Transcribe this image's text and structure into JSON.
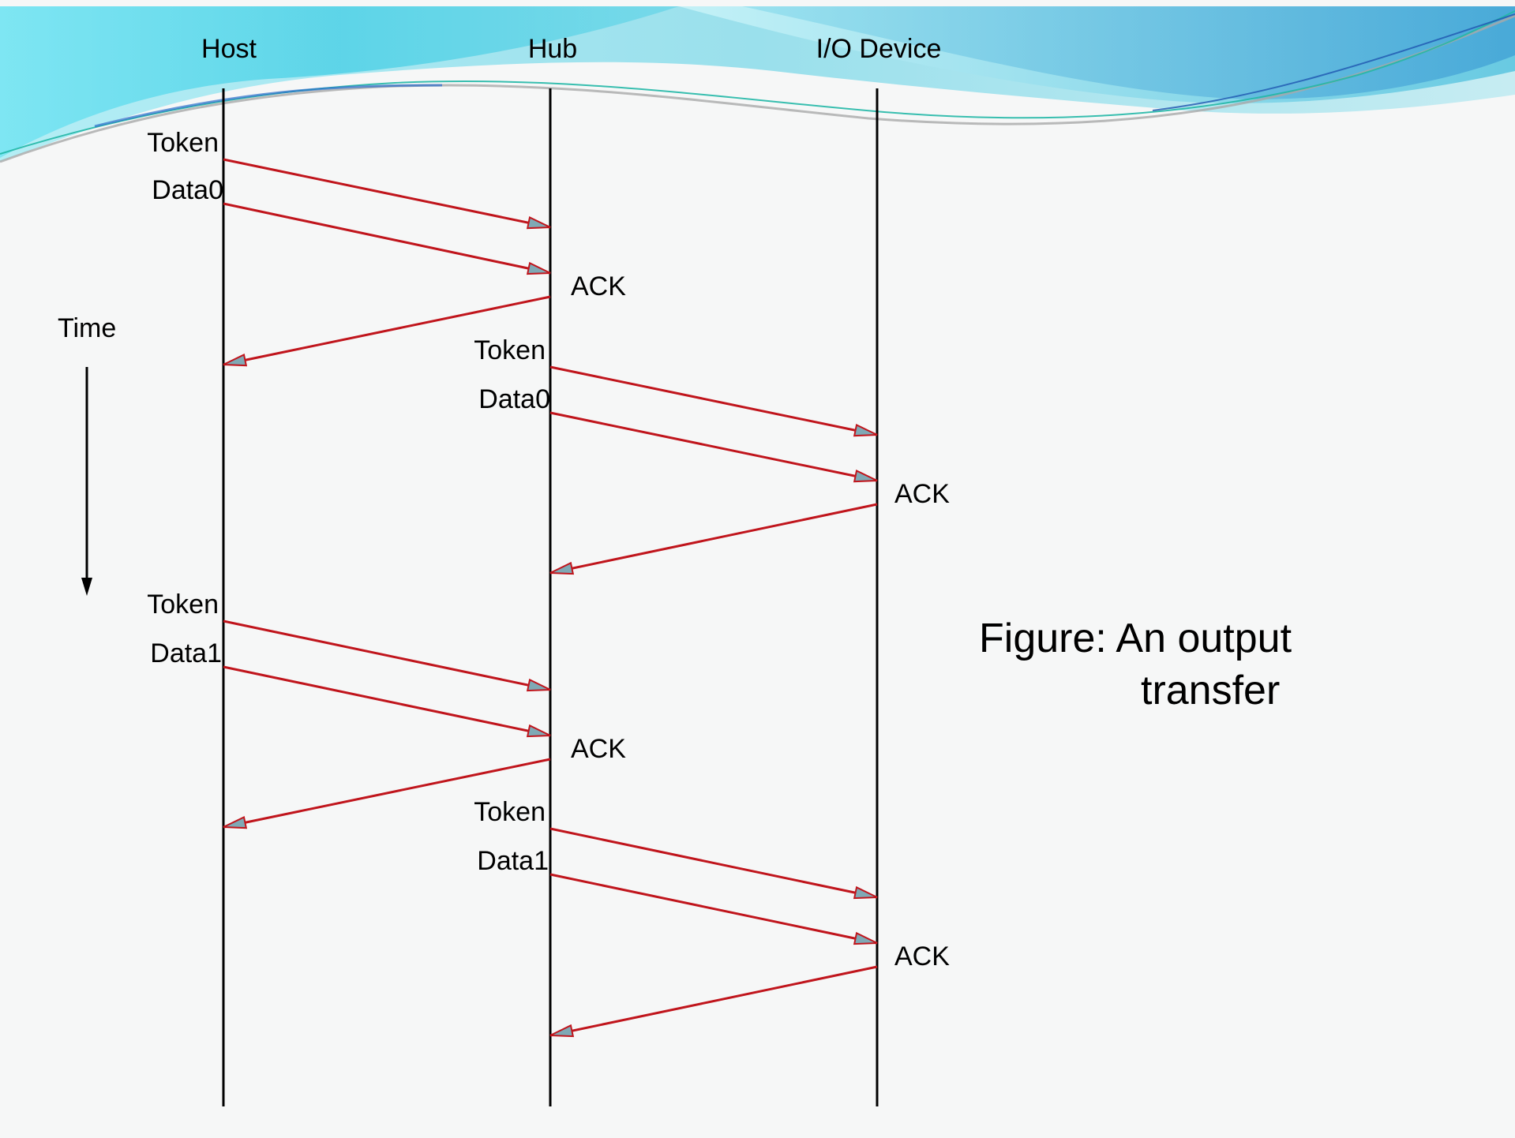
{
  "participants": {
    "host": "Host",
    "hub": "Hub",
    "device": "I/O Device"
  },
  "time_label": "Time",
  "caption": {
    "line1": "Figure: An output",
    "line2": "transfer"
  },
  "messages": [
    {
      "label": "Token",
      "from": "host",
      "to": "hub"
    },
    {
      "label": "Data0",
      "from": "host",
      "to": "hub"
    },
    {
      "label": "ACK",
      "from": "hub",
      "to": "host"
    },
    {
      "label": "Token",
      "from": "hub",
      "to": "device"
    },
    {
      "label": "Data0",
      "from": "hub",
      "to": "device"
    },
    {
      "label": "ACK",
      "from": "device",
      "to": "hub"
    },
    {
      "label": "Token",
      "from": "host",
      "to": "hub"
    },
    {
      "label": "Data1",
      "from": "host",
      "to": "hub"
    },
    {
      "label": "ACK",
      "from": "hub",
      "to": "host"
    },
    {
      "label": "Token",
      "from": "hub",
      "to": "device"
    },
    {
      "label": "Data1",
      "from": "hub",
      "to": "device"
    },
    {
      "label": "ACK",
      "from": "device",
      "to": "hub"
    }
  ],
  "colors": {
    "arrow": "#c0151c",
    "arrowhead_fill": "#7fa9b5",
    "lifeline": "#000000",
    "wave_light": "#8fe4f0",
    "wave_mid": "#3cc3dc",
    "wave_dark": "#1e6fb8"
  }
}
